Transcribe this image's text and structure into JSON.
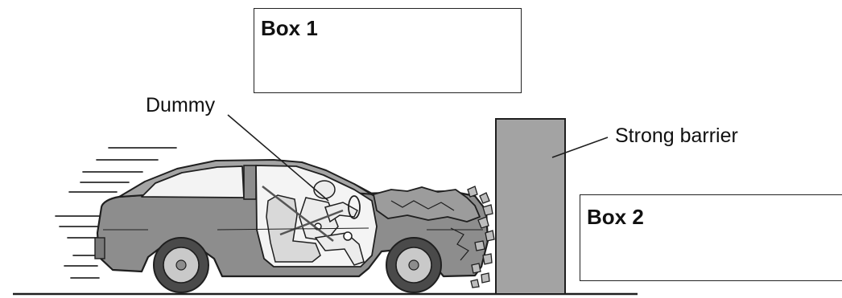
{
  "labels": {
    "box1_title": "Box 1",
    "box2_title": "Box 2",
    "dummy": "Dummy",
    "barrier": "Strong barrier"
  },
  "colors": {
    "car_body": "#8d8d8d",
    "car_roof": "#a4a4a4",
    "window": "#f3f3f3",
    "barrier": "#a3a3a3",
    "outline": "#1f1f1f",
    "tyre": "#4a4a4a",
    "rim": "#c9c9c9"
  }
}
